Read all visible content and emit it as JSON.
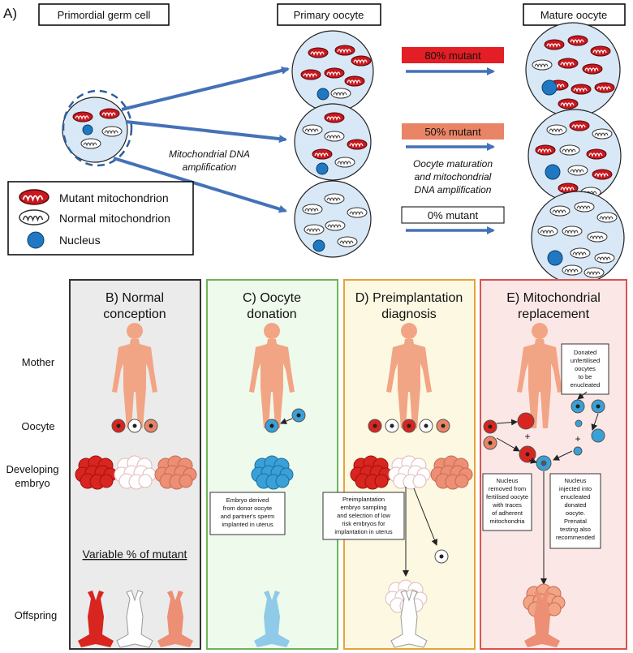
{
  "panel_a": {
    "label": "A)",
    "box_primordial": "Primordial germ cell",
    "box_primary": "Primary oocyte",
    "box_mature": "Mature oocyte",
    "amplification_line1": "Mitochondrial DNA",
    "amplification_line2": "amplification",
    "maturation_line1": "Oocyte maturation",
    "maturation_line2": "and mitochondrial",
    "maturation_line3": "DNA amplification",
    "bar_80": "80% mutant",
    "bar_50": "50% mutant",
    "bar_0": "0% mutant",
    "legend": {
      "mutant": "Mutant mitochondrion",
      "normal": "Normal mitochondrion",
      "nucleus": "Nucleus"
    },
    "colors": {
      "mutant_red": "#c9171e",
      "bar_80": "#e31e24",
      "bar_50": "#ea8466",
      "arrow_blue": "#4472b8",
      "cell_fill": "#d9e8f6",
      "nucleus": "#1f78c1"
    }
  },
  "rows": {
    "mother": "Mother",
    "oocyte": "Oocyte",
    "developing_1": "Developing",
    "developing_2": "embryo",
    "offspring": "Offspring"
  },
  "panels": {
    "b": {
      "title1": "B) Normal",
      "title2": "conception",
      "variable": "Variable % of mutant"
    },
    "c": {
      "title1": "C) Oocyte",
      "title2": "donation",
      "note1": "Embryo derived",
      "note2": "from donor oocyte",
      "note3": "and partner's sperm",
      "note4": "implanted in uterus"
    },
    "d": {
      "title1": "D) Preimplantation",
      "title2": "diagnosis",
      "note1": "Preimplantation",
      "note2": "embryo sampling",
      "note3": "and selection of low",
      "note4": "risk embryos for",
      "note5": "implantation in uterus"
    },
    "e": {
      "title1": "E) Mitochondrial",
      "title2": "replacement",
      "donated1": "Donated",
      "donated2": "unfertilised",
      "donated3": "oocytes",
      "donated4": "to be",
      "donated5": "enucleated",
      "removed1": "Nucleus",
      "removed2": "removed from",
      "removed3": "fertilised oocyte",
      "removed4": "with traces",
      "removed5": "of adherent",
      "removed6": "mitochondria",
      "injected1": "Nucleus",
      "injected2": "injected into",
      "injected3": "enucleated",
      "injected4": "donated",
      "injected5": "oocyte.",
      "injected6": "Prenatal",
      "injected7": "testing also",
      "injected8": "recommended",
      "plus": "+"
    }
  }
}
